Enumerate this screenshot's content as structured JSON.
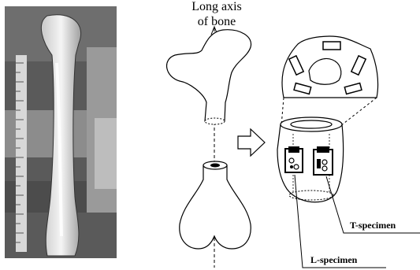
{
  "photo": {
    "description_icon": "bone-photo-icon"
  },
  "labels": {
    "axis_line1": "Long axis",
    "axis_line2": "of bone",
    "t_specimen": "T-specimen",
    "l_specimen": "L-specimen"
  },
  "icons": {
    "arrow": "right-arrow-icon"
  }
}
